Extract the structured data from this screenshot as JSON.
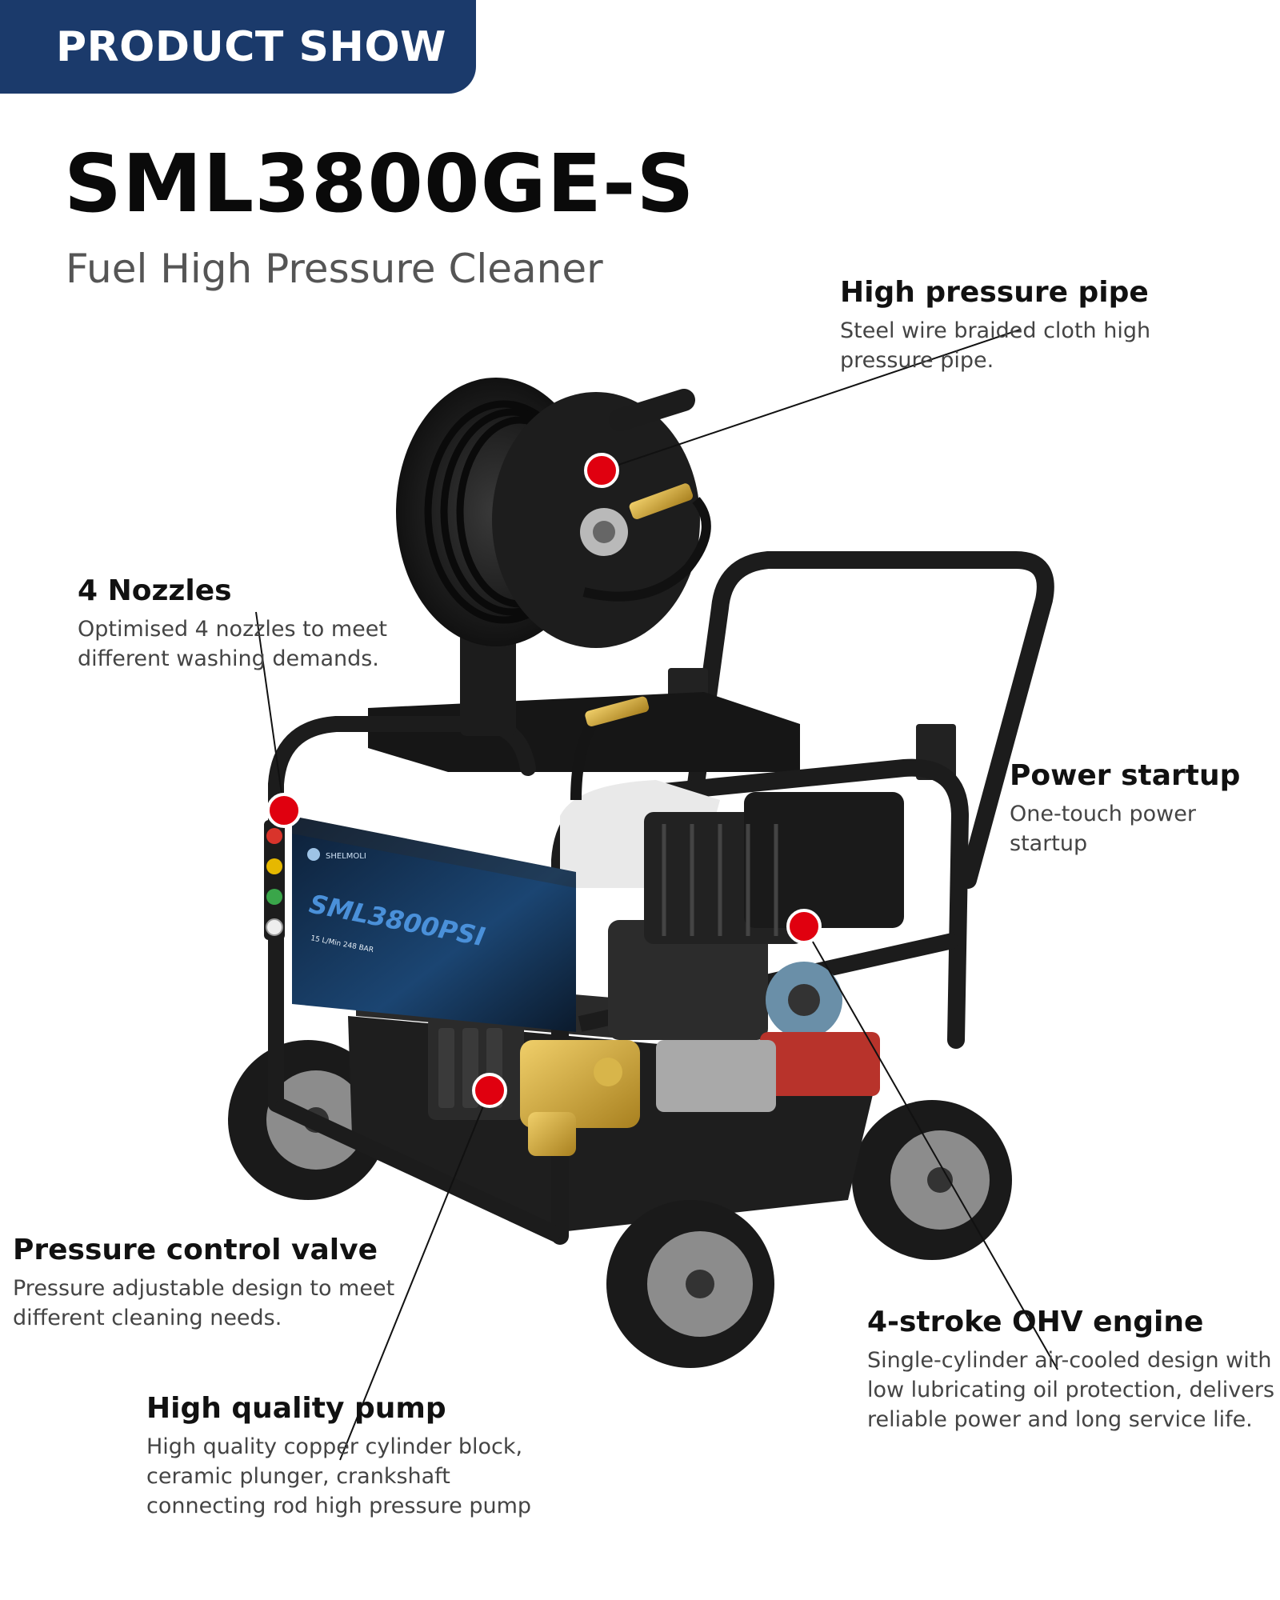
{
  "banner": {
    "label": "PRODUCT SHOW"
  },
  "product": {
    "model": "SML3800GE-S",
    "subtitle": "Fuel High Pressure Cleaner",
    "panel_brand": "SHELMOLI",
    "panel_model": "SML3800PSI",
    "panel_specs": "15 L/Min  248 BAR"
  },
  "features": [
    {
      "title": "High pressure pipe",
      "desc": [
        "Steel wire braided cloth high",
        "pressure pipe."
      ]
    },
    {
      "title": "4 Nozzles",
      "desc": [
        "Optimised 4 nozzles to meet",
        "different washing demands."
      ]
    },
    {
      "title": "Power startup",
      "desc": [
        "One-touch power startup"
      ]
    },
    {
      "title": "Pressure control valve",
      "desc": [
        "Pressure adjustable design to meet",
        "different cleaning needs."
      ]
    },
    {
      "title": "4-stroke OHV engine",
      "desc": [
        "Single-cylinder air-cooled design with",
        "low lubricating oil protection, delivers",
        "reliable power and long service life."
      ]
    },
    {
      "title": "High quality pump",
      "desc": [
        "High quality copper cylinder block,",
        "ceramic plunger, crankshaft",
        "connecting rod high pressure pump"
      ]
    }
  ],
  "colors": {
    "banner": "#1b3a6b",
    "marker": "#e0000f",
    "frame": "#1c1c1c",
    "brass": "#c9a23a",
    "panel": "#16324f",
    "nozzles": [
      "#d9342b",
      "#e6b800",
      "#3aa64a",
      "#eeeeee"
    ]
  }
}
